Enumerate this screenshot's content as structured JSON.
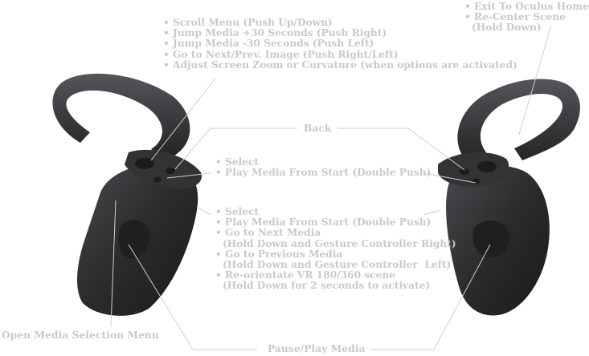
{
  "colors": {
    "label_text": "#c9c9c9",
    "leader_line": "#cfcfcf",
    "controller_body": "#2b2b2d",
    "controller_highlight": "#4a4a4e"
  },
  "labels": {
    "thumbstick_list": [
      "• Scroll Menu (Push Up/Down)",
      "• Jump Media +30 Seconds (Push Right)",
      "• Jump Media -30 Seconds (Push Left)",
      "• Go to Next/Prev. Image (Push Right/Left)",
      "• Adjust Screen Zoom or Curvature (when options are activated)"
    ],
    "menu_button_list": [
      "• Exit To Oculus Home",
      "• Re-Center Scene",
      "(Hold Down)"
    ],
    "back": "Back",
    "face_button_list": [
      "• Select",
      "• Play Media From Start (Double Push)"
    ],
    "trigger_list": [
      "• Select",
      "• Play Media From Start (Double Push)",
      "• Go to Next Media",
      "(Hold Down and Gesture Controller Right)",
      "• Go to Previous Media",
      "(Hold Down and Gesture Controller  Left)",
      "• Re-orientate VR 180/360 scene",
      "(Hold Down for 2 seconds to activate)"
    ],
    "grip_left": "Open Media Selection Menu",
    "grip_both": "Pause/Play Media"
  }
}
